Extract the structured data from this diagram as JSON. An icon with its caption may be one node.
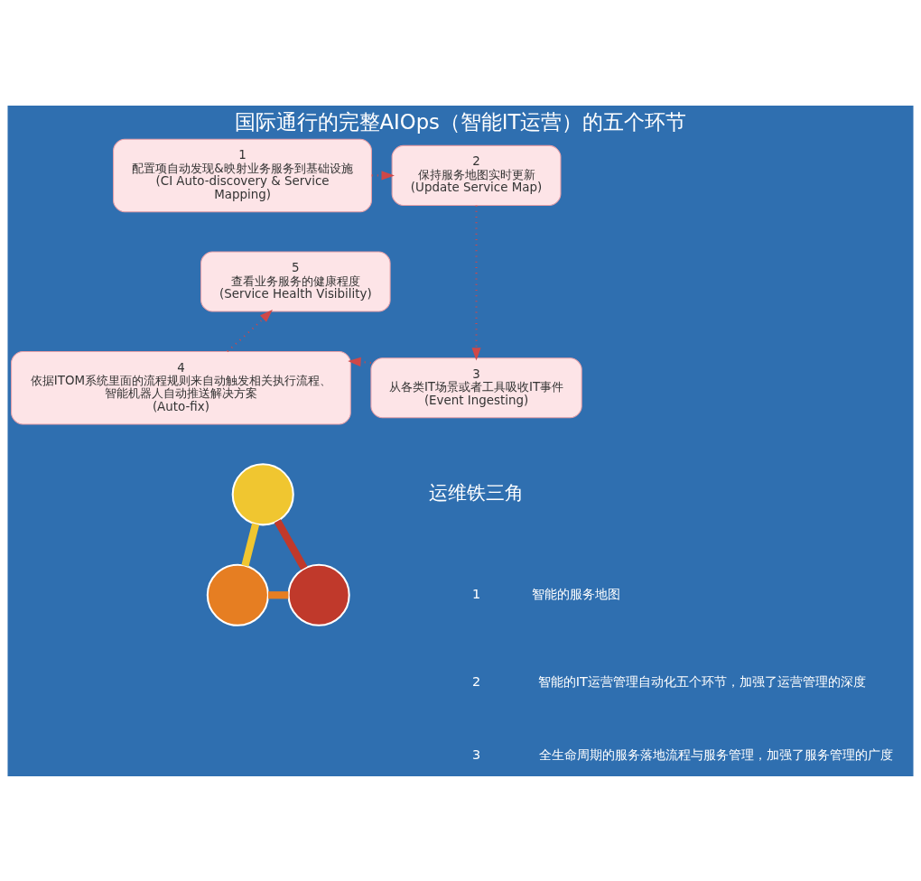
{
  "diagram": {
    "title": "国际通行的完整AIOps（智能IT运营）的五个环节",
    "nodes": [
      {
        "text": [
          "1",
          "配置项自动发现&映射业务服务到基础设施",
          "(CI Auto-discovery & Service Mapping)"
        ]
      },
      {
        "text": [
          "2",
          "保持服务地图实时更新",
          "(Update Service Map)"
        ]
      },
      {
        "text": [
          "3",
          "从各类IT场景或者工具吸收IT事件",
          "(Event Ingesting)"
        ]
      },
      {
        "text": [
          "4",
          "依据ITOM系统里面的流程规则来自动触发相关执行流程、智能机器人自动推送解决方案",
          "(Auto-fix)"
        ]
      },
      {
        "text": [
          "5",
          "查看业务服务的健康程度",
          "(Service Health Visibility)"
        ]
      },
      {
        "text": [],
        "shape": "circle"
      },
      {
        "text": [],
        "shape": "circle"
      },
      {
        "text": [],
        "shape": "circle"
      }
    ],
    "edges": [
      {
        "from": 0,
        "to": 1,
        "arrow": "to",
        "style": "dashed"
      },
      {
        "from": 1,
        "to": 2,
        "arrow": "to",
        "style": "dashed"
      },
      {
        "from": 2,
        "to": 3,
        "arrow": "to",
        "style": "dashed"
      },
      {
        "from": 3,
        "to": 4,
        "arrow": "to",
        "style": "dashed"
      },
      {
        "from": 5,
        "to": 6,
        "arrow": "none",
        "style": "thick",
        "color": "#f0c630"
      },
      {
        "from": 5,
        "to": 7,
        "arrow": "none",
        "style": "thick",
        "color": "#c0392b"
      },
      {
        "from": 6,
        "to": 7,
        "arrow": "none",
        "style": "thick",
        "color": "#e67e22"
      }
    ],
    "labels": [
      "运维铁三角",
      "1",
      "智能的服务地图",
      "2",
      "智能的IT运营管理自动化五个环节，加强了运营管理的深度",
      "3",
      "全生命周期的服务落地流程与服务管理，加强了服务管理的广度"
    ]
  }
}
